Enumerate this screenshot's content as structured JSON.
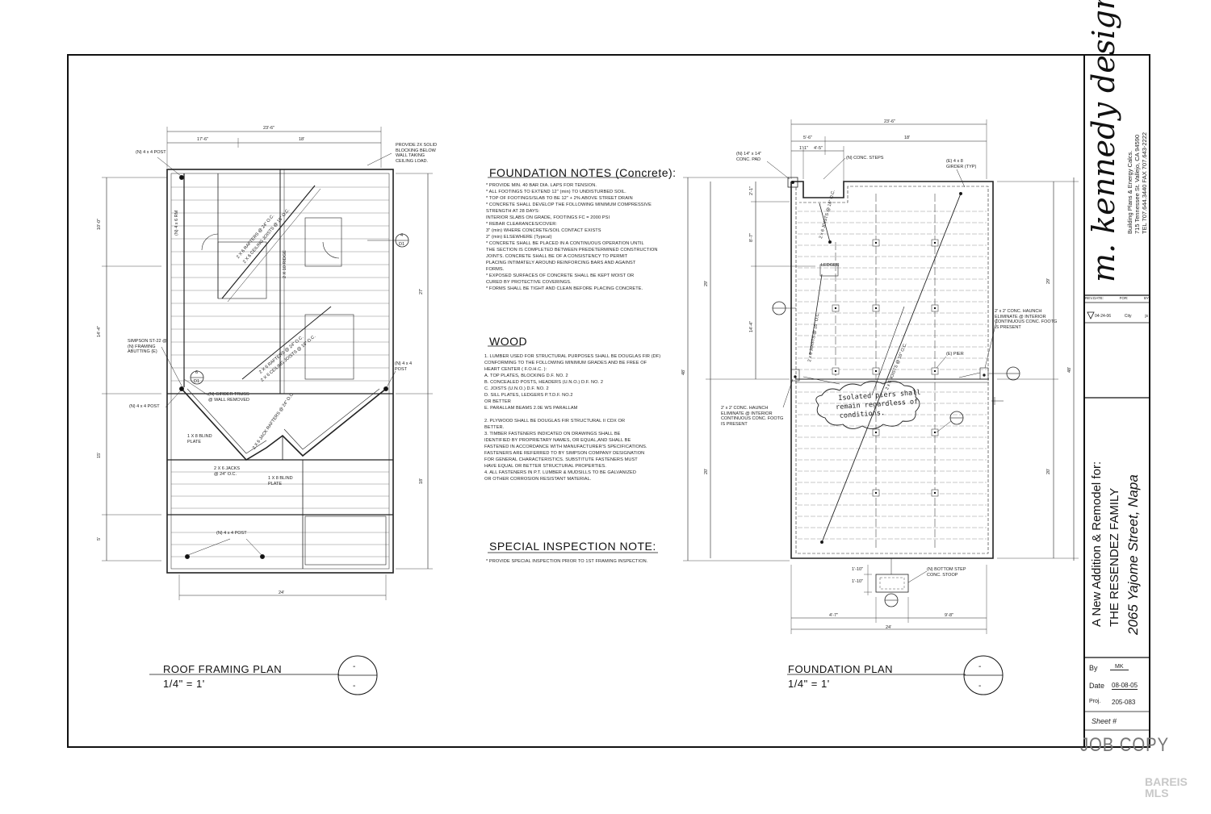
{
  "title_block": {
    "firm_name": "m. kennedy design",
    "firm_services": "Building Plans & Energy Calcs.",
    "firm_address": "715 Tennessee St. Vallejo, CA 94590",
    "firm_phone": "TEL 707.644.3440 FAX 707.643-2222",
    "rev_header": [
      "REV.DATE:",
      "FOR:",
      "BY:"
    ],
    "revision": {
      "date": "04-24-06",
      "for": "City",
      "by": "js"
    },
    "project_line1": "A New Addition & Remodel for:",
    "project_line2": "THE RESENDEZ FAMILY",
    "project_line3": "2065 Yajome Street, Napa",
    "by_label": "By",
    "by_value": "MK",
    "date_label": "Date",
    "date_value": "08-08-05",
    "proj_label": "Proj.",
    "proj_value": "205-083",
    "sheet_label": "Sheet #",
    "stamp": "JOB COPY",
    "watermark": "BAREIS MLS"
  },
  "roof_plan": {
    "title": "ROOF FRAMING PLAN",
    "scale": "1/4\" = 1'",
    "dims_top": [
      "23'-6\"",
      "17'-6\"",
      "18'"
    ],
    "dims_left": [
      "10'-0\"",
      "14'-4\"",
      "15'",
      "5'"
    ],
    "dim_right": "27'",
    "dim_right2": "18'",
    "dim_bottom": "24'",
    "labels": {
      "post_top": "(N) 4 x 4 POST",
      "blocking": [
        "PROVIDE 2X SOLID",
        "BLOCKING BELOW",
        "WALL TAKING",
        "CEILING LOAD."
      ],
      "simpson": [
        "SIMPSON ST-22 @",
        "(N) FRAMING",
        "ABUTTING (E)"
      ],
      "post_right": [
        "(N) 4 x 4",
        "POST"
      ],
      "post_left": "(N) 4 x 4 POST",
      "girder": [
        "(N) GIRDER TRUSS",
        "@ WALL REMOVED"
      ],
      "blind1": [
        "1 X 8 BLIND",
        "PLATE"
      ],
      "jacks": [
        "2 X 6 JACKS",
        "@ 24\" O.C."
      ],
      "blind2": [
        "1 X 8 BLIND",
        "PLATE"
      ],
      "post_bottom": "(N) 4 x 4 POST",
      "rafters1": "2 X 6 RAFTERS @ 24\" O.C.",
      "joists1": "2 X 6 CEILING JOISTS @ 16\" O.C.",
      "rafters2": "2 X 6 RAFTERS @ 24\" O.C.",
      "joists2": "2 X 6 CEILING JOISTS @ 16\" O.C.",
      "jack_rafters": "2 X 6 JACK RAFTERS @ 24\" O.C.",
      "beam": "(N) 4 x 6 RM",
      "ridge": "2 X 10 RIDGE",
      "callout_a": "4",
      "callout_b": "D1",
      "callout_c": "6",
      "callout_d": "D1"
    }
  },
  "foundation_plan": {
    "title": "FOUNDATION PLAN",
    "scale": "1/4\" = 1'",
    "dims_top": [
      "23'-6\"",
      "5'-6\"",
      "18'",
      "1'-1\"",
      "4'-5\""
    ],
    "dims_left": [
      "2'-1\"",
      "8'-7\"",
      "14'-4\"",
      "20'"
    ],
    "dim_left_total": "29'",
    "dim_left_total2": "48'",
    "dims_right": [
      "29'",
      "48'",
      "20'"
    ],
    "dims_bottom": [
      "4'-7\"",
      "9'-8\"",
      "24'",
      "1'-10\"",
      "1'-10\""
    ],
    "labels": {
      "pad": [
        "(N) 14\" x 14\"",
        "CONC. PAD"
      ],
      "steps": "(N) CONC. STEPS",
      "girder": [
        "(E) 4 x 8",
        "GIRDER (TYP)"
      ],
      "haunch_right": [
        "2' x 2' CONC. HAUNCH",
        "ELIMINATE @ INTERIOR",
        "CONTINUOUS CONC. FOOTG",
        "IS PRESENT"
      ],
      "pier": "(E) PIER",
      "haunch_left": [
        "2' x 2' CONC. HAUNCH",
        "ELIMINATE @ INTERIOR",
        "CONTINUOUS CONC. FOOTG",
        "IS PRESENT"
      ],
      "stoop": [
        "(N) BOTTOM STEP",
        "CONC. STOOP"
      ],
      "ledger": "LEDGER",
      "joists1": "2 x 6 JOISTS @ 16\" O.C.",
      "joists2": "2 x 6 JOISTS @ 16\" O.C.",
      "joists3": "2 x 6 JOISTS @ 16\" O.C.",
      "handwritten": [
        "Isolated piers shall",
        "remain regardless of",
        "conditions."
      ]
    }
  },
  "notes": {
    "foundation_heading": "FOUNDATION NOTES (Concrete):",
    "foundation_items": [
      "* PROVIDE MIN. 40 BAR DIA. LAPS FOR TENSION.",
      "* ALL FOOTINGS TO EXTEND 12\" (min) TO UNDISTURBED SOIL.",
      "* TOP OF FOOTINGS/SLAB TO BE 12\" + 2% ABOVE STREET DRAIN",
      "* CONCRETE SHALL DEVELOP THE FOLLOWING MINIMUM COMPRESSIVE",
      "  STRENGTH AT 28 DAYS:",
      "  INTERIOR SLABS ON GRADE, FOOTINGS     FC = 2000 PSI",
      "* REBAR CLEARANCES/COVER:",
      "3\" (min) WHERE CONCRETE/SOIL CONTACT EXISTS",
      "2\" (min) ELSEWHERE (Typical)",
      "* CONCRETE SHALL BE PLACED IN A CONTINUOUS OPERATION UNTIL",
      "  THE SECTION IS COMPLETED BETWEEN PREDETERMINED CONSTRUCTION",
      "  JOINTS. CONCRETE SHALL BE OF A CONSISTENCY TO PERMIT",
      "  PLACING INTIMATELY AROUND REINFORCING BARS AND AGAINST",
      "  FORMS.",
      "* EXPOSED SURFACES OF CONCRETE SHALL BE KEPT MOIST OR",
      "  CURED BY PROTECTIVE COVERINGS.",
      "* FORMS SHALL BE TIGHT AND CLEAN BEFORE PLACING CONCRETE."
    ],
    "wood_heading": "WOOD",
    "wood_items": [
      "1. LUMBER USED FOR STRUCTURAL PURPOSES SHALL BE DOUGLAS FIR (DF)",
      "   CONFORMING TO THE FOLLOWING MINIMUM GRADES AND BE FREE OF",
      "   HEART CENTER ( F.O.H.C. ):",
      "   A. TOP PLATES, BLOCKING                    D.F. NO. 2",
      "   B. CONCEALED POSTS, HEADERS (U.N.O.)   D.F. NO. 2",
      "   C. JOISTS (U.N.O.)                        D.F. NO. 2",
      "   D. SILL PLATES, LEDGERS             P.T.D.F. NO.2",
      "                                               OR BETTER",
      "   E. PARALLAM BEAMS                       2.0E WS PARALLAM",
      "",
      "2. PLYWOOD SHALL BE DOUGLAS FIR STRUCTURAL II CDX OR",
      "   BETTER.",
      "3. TIMBER FASTENERS INDICATED ON DRAWINGS SHALL BE",
      "   IDENTIFIED BY PROPRIETARY NAMES, OR EQUAL,AND SHALL BE",
      "   FASTENED IN ACCORDANCE WITH MANUFACTURER'S SPECIFICATIONS.",
      "   FASTENERS ARE REFERRED TO BY SIMPSON COMPANY DESIGNATION",
      "   FOR GENERAL CHARACTERISTICS. SUBSTITUTE FASTENERS MUST",
      "   HAVE EQUAL OR BETTER STRUCTURAL PROPERTIES.",
      "4. ALL FASTENERS IN P.T. LUMBER & MUDSILLS TO BE GALVANIZED",
      "   OR OTHER CORROSION RESISTANT MATERIAL."
    ],
    "special_heading": "SPECIAL INSPECTION NOTE:",
    "special_items": [
      "* PROVIDE SPECIAL INSPECTION PRIOR TO 1ST FRAMING INSPECTION."
    ]
  }
}
